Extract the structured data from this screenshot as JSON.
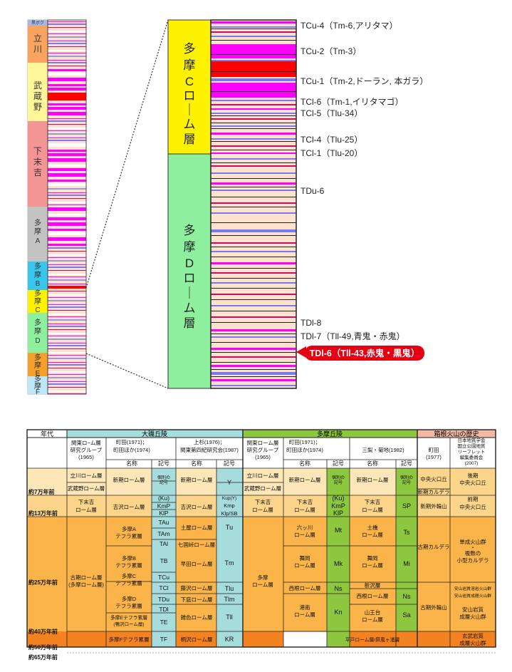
{
  "left_column": {
    "segments": [
      {
        "label": "黒ボク",
        "color": "#a7b8e6"
      },
      {
        "label": "立川",
        "color": "#f8a35e"
      },
      {
        "label": "武蔵野",
        "color": "#fff69a"
      },
      {
        "label": "下末吉",
        "color": "#f49595"
      },
      {
        "label": "多摩A",
        "color": "#c3c3c3"
      },
      {
        "label": "多摩B",
        "color": "#38c6ed"
      },
      {
        "label": "多摩C",
        "color": "#fff200"
      },
      {
        "label": "多摩D",
        "color": "#8ef09e"
      },
      {
        "label": "多摩E",
        "color": "#f5a02a"
      },
      {
        "label": "多摩F",
        "color": "#bde7f8"
      }
    ]
  },
  "zoom_panel": {
    "upper_label": "多摩Cローム層",
    "lower_label": "多摩Dローム層",
    "upper_color": "#fff200",
    "lower_color": "#8ef09e",
    "markers": [
      "TCu-4（Tm-6,アリタマ）",
      "TCu-2（Tm-3）",
      "TCu-1（Tm-2,ドーラン, 本ガラ）",
      "TCl-6（Tm-1,イリタマゴ）",
      "TCl-5（Tlu-34）",
      "TCl-4（Tlu-25）",
      "TCl-1（Tlu-20）",
      "TDu-6",
      "TDl-8",
      "TDl-7（Tll-49,青鬼・赤鬼）"
    ],
    "highlight_marker": "TDl-6（Tll-43,赤鬼・黒鬼）",
    "highlight_color": "#e60012"
  },
  "table": {
    "era_header": "年代",
    "region_headers": [
      "大磯丘陵",
      "多摩丘陵",
      "箱根火山の歴史"
    ],
    "region_colors": [
      "#a6dcdc",
      "#8dc63f",
      "#f2b9a4"
    ],
    "sources": {
      "kanto_group": "関東ロ−ム層研究グループ(1965)",
      "machida_1971": "町田(1971)；町田ほか(1974)",
      "uesugi": "上杉(1976)；関東第四紀研究会(1987)",
      "kanto_group_tama": "関東ローム層研究グループ(1965)",
      "machida_tama": "町田(1971)；町田ほか(1974)",
      "mitsunashi": "三梨・菊地(1982)",
      "machida_1977": "町田(1977)",
      "geo_society": "日本地質学会国立公園地質リーフレット編集委員会(2007)"
    },
    "col_labels": {
      "name": "名称",
      "symbol": "記号"
    },
    "eras": [
      "約7万年前",
      "約13万年前",
      "約25万年前",
      "約40万年前",
      "約50万年前",
      "約65万年前"
    ],
    "oiso": {
      "group": [
        "立川ローム層",
        "武蔵野ローム層",
        "下末吉ローム層",
        "古期ローム層(多摩ローム層)"
      ],
      "machida_names": [
        "新期ローム層",
        "吉沢ローム層",
        "多摩Aテフラ累層",
        "多摩Bテフラ累層",
        "多摩Cテフラ累層",
        "多摩Dテフラ累層",
        "多摩Eテフラ累層(鴨沢ローム層)",
        "多摩Fテフラ累層"
      ],
      "machida_syms": [
        "個別の記号",
        "(Ku)",
        "KmP",
        "KlP",
        "TAu",
        "TAm",
        "TAl",
        "TB",
        "TCu",
        "TCl",
        "TDu",
        "TDl",
        "TE",
        "TF"
      ],
      "uesugi_names": [
        "新期ローム層",
        "吉沢ローム層",
        "土屋ローム層",
        "七国峠ローム層",
        "早田ローム層",
        "藤沢ローム層",
        "下庭ローム層",
        "雑色ローム層",
        "柄沢ローム層"
      ],
      "uesugi_syms": [
        "Y",
        "Kup(Y)",
        "Kmp",
        "Klp/SB",
        "Tu",
        "Tm",
        "Tlu",
        "Tlm",
        "Tll",
        "KR"
      ]
    },
    "tama": {
      "group": [
        "立川ローム層",
        "武蔵野ローム層",
        "下末吉ローム層",
        "多摩ローム層"
      ],
      "machida_names": [
        "新期ローム層",
        "下末吉ローム層",
        "六ッ川ローム層",
        "舞岡ローム層",
        "西根ローム層",
        "港南ローム層"
      ],
      "machida_syms": [
        "個別の記号",
        "(Ku)",
        "KmP",
        "KlP",
        "Mt",
        "Mk",
        "Ns",
        "Kn"
      ],
      "mitsunashi_names": [
        "新期ローム層",
        "下末吉ローム層",
        "土橋ローム層",
        "舞岡ローム層",
        "新沢層",
        "西根ローム層",
        "山王台ローム層",
        "平戸ローム層/屏風ヶ浦層"
      ],
      "mitsunashi_syms": [
        "個別の記号",
        "SP",
        "Ts",
        "Mi",
        "Ns",
        "Sa"
      ]
    },
    "hakone": {
      "machida": [
        "中央火口丘",
        "新期カルデラ",
        "新期外輪山",
        "古期カルデラ",
        "古期外輪山"
      ],
      "geo": [
        "後期中央火口丘",
        "前期中央火口丘",
        "単成火山群・複数の小型カルデラ",
        "安山岩質溶岩火山群",
        "安山岩質成層火山群",
        "安山岩質成層火山群",
        "玄武岩質成層火山群"
      ]
    }
  }
}
